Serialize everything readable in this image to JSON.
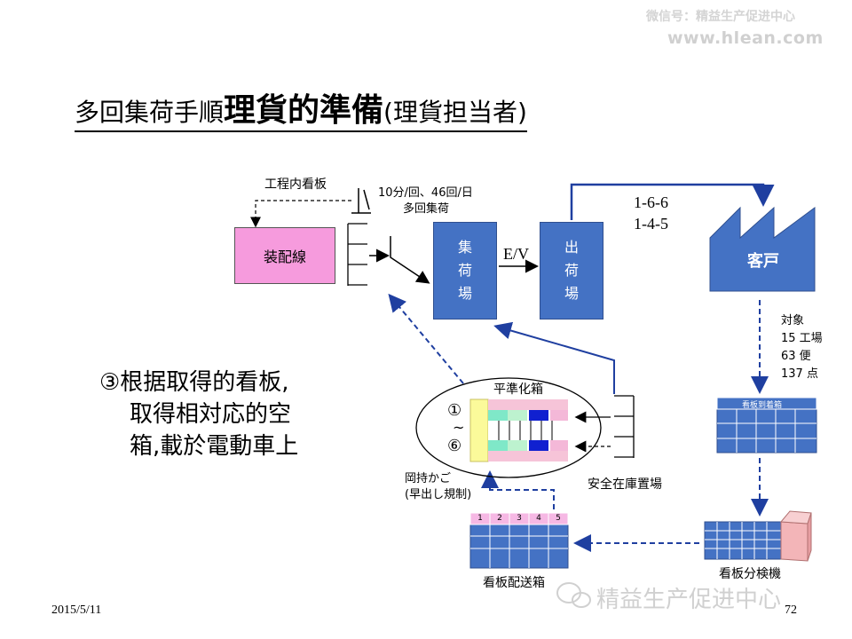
{
  "watermark": {
    "line1": "微信号：精益生产促进中心",
    "line2": "www.hlean.com",
    "bottom": "精益生产促进中心"
  },
  "title": {
    "prefix": "多回集荷手順",
    "main": "理貨的準備",
    "suffix": "(理貨担当者)"
  },
  "diagram": {
    "kanban_in_process": "工程内看板",
    "assembly_line": "装配線",
    "frequency_line1": "10分/回、46回/日",
    "frequency_line2": "多回集荷",
    "collection_area": "集荷場",
    "ev": "E/V",
    "shipping_area": "出荷場",
    "route_line1": "1-6-6",
    "route_line2": "1-4-5",
    "customer": "客戸",
    "target_label": "対象",
    "target_plants": "15 工場",
    "target_trips": "63 便",
    "target_points": "137 点",
    "kanban_arrival_box": "看板到着箱",
    "leveling_box": "平準化箱",
    "circle_1": "①",
    "tilde": "~",
    "circle_6": "⑥",
    "carrier_cage_line1": "岡持かご",
    "carrier_cage_line2": "(早出し規制)",
    "safety_stock": "安全在庫置場",
    "delivery_box": "看板配送箱",
    "delivery_numbers": [
      "1",
      "2",
      "3",
      "4",
      "5"
    ],
    "sorter": "看板分検機"
  },
  "bullet": {
    "line1": "③根据取得的看板,",
    "line2": "取得相対応的空",
    "line3": "箱,載於電動車上"
  },
  "footer": {
    "date": "2015/5/11",
    "page": "72"
  },
  "colors": {
    "blue": "#4472c4",
    "pink": "#f69bdd",
    "navy_dash": "#1f3fa0"
  }
}
